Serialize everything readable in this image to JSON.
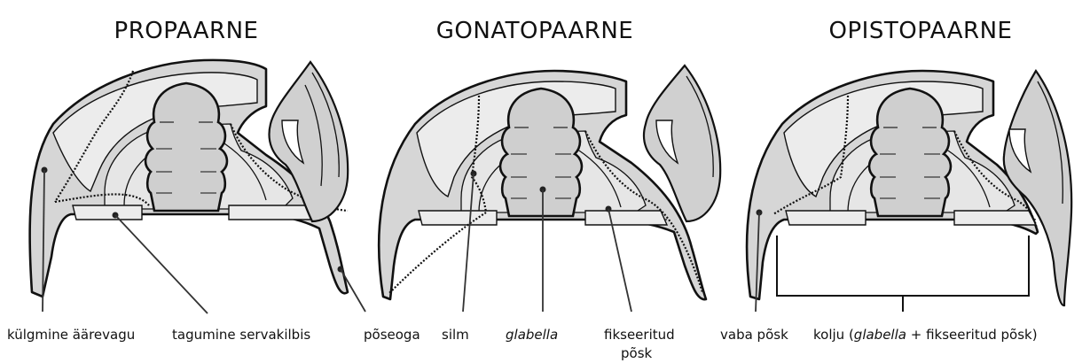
{
  "titles": {
    "left": "PROPAARNE",
    "middle": "GONATOPAARNE",
    "right": "OPISTOPAARNE"
  },
  "labels": {
    "lateral_furrow": "külgmine äärevagu",
    "posterior_border": "tagumine servakilbis",
    "genal_spine": "põseoga",
    "eye": "silm",
    "glabella": "glabella",
    "fixed_cheek_1": "fikseeritud",
    "fixed_cheek_2": "põsk",
    "free_cheek": "vaba põsk",
    "cranidium_prefix": "kolju (",
    "cranidium_glabella": "glabella",
    "cranidium_suffix": " + fikseeritud põsk)"
  }
}
